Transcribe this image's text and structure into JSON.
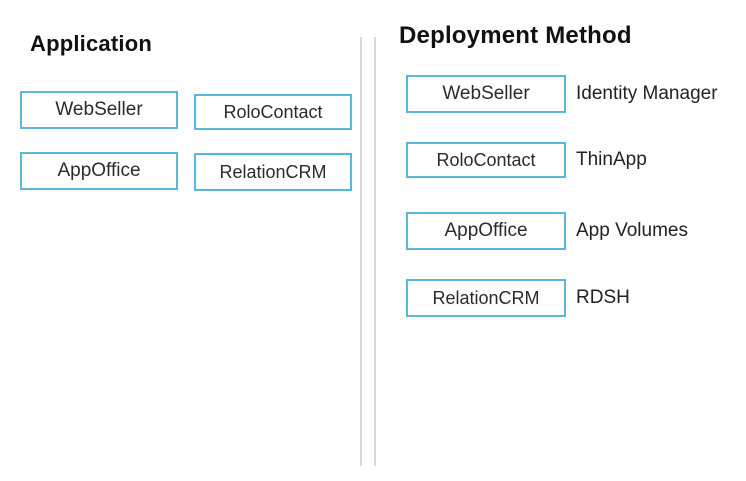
{
  "left_panel": {
    "title": "Application",
    "items": [
      "WebSeller",
      "RoloContact",
      "AppOffice",
      "RelationCRM"
    ]
  },
  "right_panel": {
    "title": "Deployment Method",
    "rows": [
      {
        "box": "WebSeller",
        "label": "Identity Manager"
      },
      {
        "box": "RoloContact",
        "label": "ThinApp"
      },
      {
        "box": "AppOffice",
        "label": "App Volumes"
      },
      {
        "box": "RelationCRM",
        "label": "RDSH"
      }
    ]
  },
  "colors": {
    "box_border": "#5bb8da",
    "heading_text": "#111111",
    "body_text": "#2b2b2b",
    "divider": "#d9d9d9",
    "background": "#ffffff"
  }
}
